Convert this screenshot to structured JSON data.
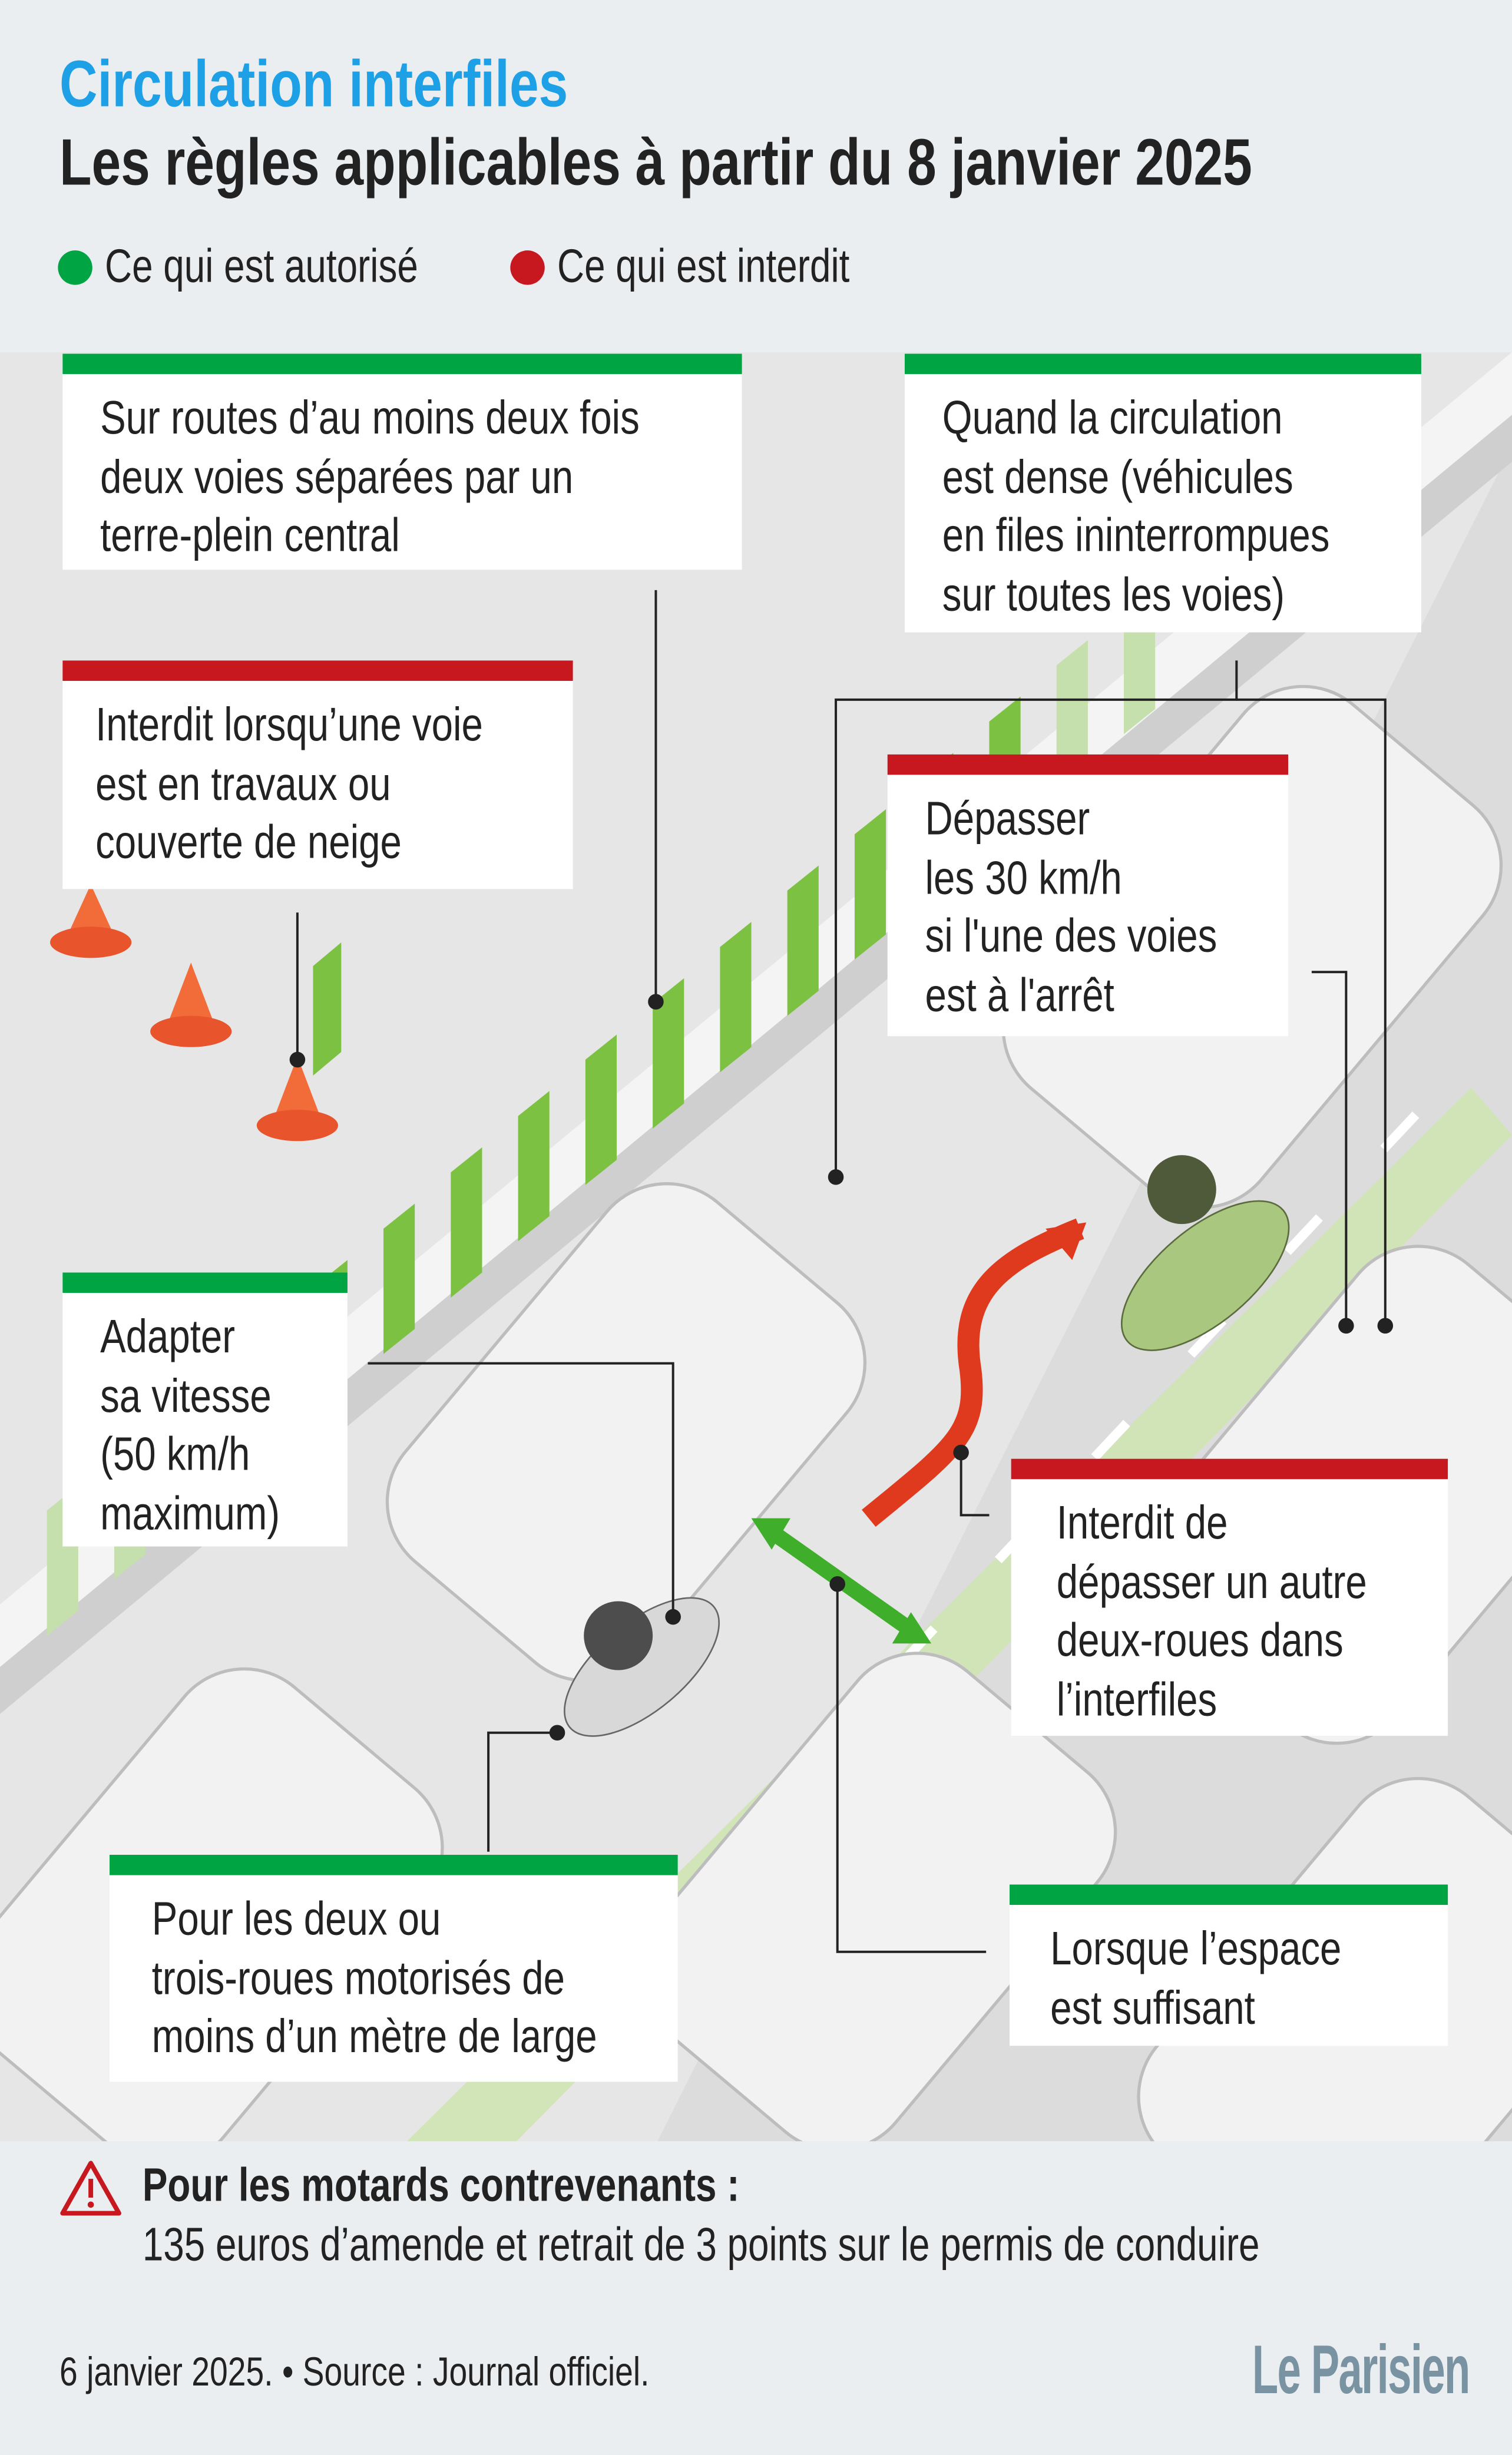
{
  "header": {
    "title": "Circulation interfiles",
    "subtitle": "Les règles applicables à partir du 8 janvier 2025"
  },
  "legend": [
    {
      "label": "Ce qui est autorisé",
      "color": "#00a443"
    },
    {
      "label": "Ce qui est interdit",
      "color": "#c8181f"
    }
  ],
  "callouts": [
    {
      "type": "allowed",
      "lines": [
        "Sur routes d’au moins deux fois",
        "deux voies séparées par un",
        "terre-plein central"
      ]
    },
    {
      "type": "allowed",
      "lines": [
        "Quand la circulation",
        "est dense (véhicules",
        "en files ininterrompues",
        "sur toutes les voies)"
      ]
    },
    {
      "type": "forbidden",
      "lines": [
        "Interdit lorsqu’une voie",
        "est en travaux ou",
        "couverte de neige"
      ]
    },
    {
      "type": "forbidden",
      "lines": [
        "Dépasser",
        "les 30 km/h",
        "si l'une des voies",
        "est à l'arrêt"
      ]
    },
    {
      "type": "allowed",
      "lines": [
        "Adapter",
        "sa vitesse",
        "(50 km/h",
        "maximum)"
      ]
    },
    {
      "type": "forbidden",
      "lines": [
        "Interdit de",
        "dépasser un autre",
        "deux-roues dans",
        "l’interfiles"
      ]
    },
    {
      "type": "allowed",
      "lines": [
        "Pour les deux ou",
        "trois-roues motorisés de",
        "moins d’un mètre de large"
      ]
    },
    {
      "type": "allowed",
      "lines": [
        "Lorsque l’espace",
        "est suffisant"
      ]
    }
  ],
  "warning": {
    "icon": "warning-triangle-icon",
    "title": "Pour les motards contrevenants :",
    "text": "135 euros d’amende et retrait de 3 points sur le permis de conduire"
  },
  "footer": {
    "text": "6 janvier 2025. • Source : Journal officiel.",
    "logo": "Le Parisien"
  },
  "colors": {
    "title": "#1ea0e6",
    "allowed": "#00a443",
    "forbidden": "#c8181f"
  }
}
